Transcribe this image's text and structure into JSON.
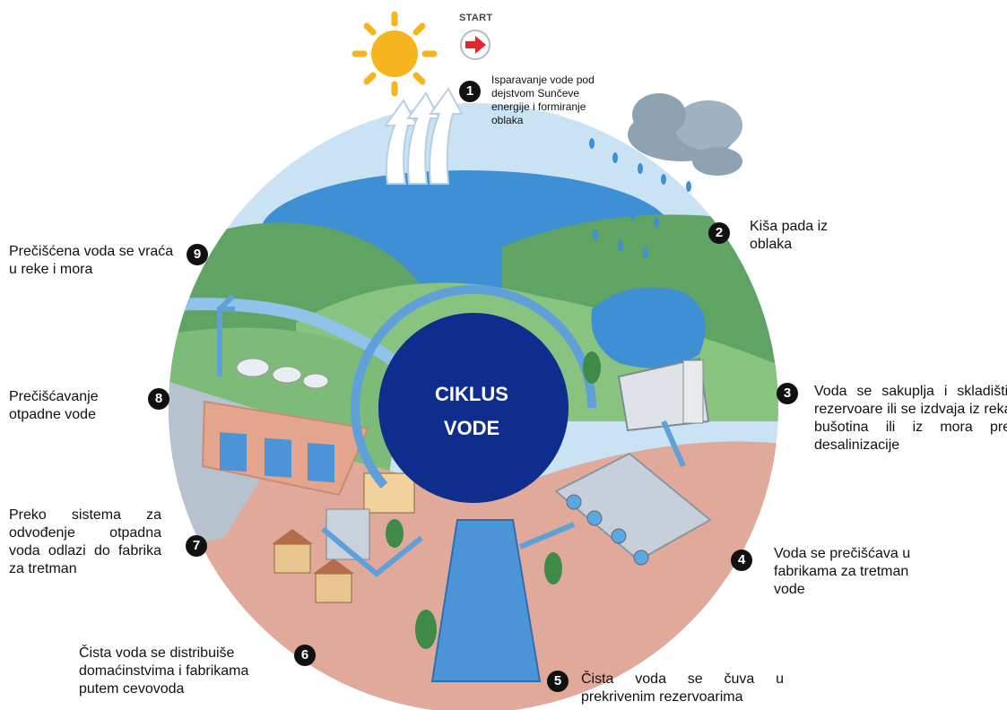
{
  "start": {
    "label": "START"
  },
  "center": {
    "line1": "CIKLUS",
    "line2": "VODE"
  },
  "steps": [
    {
      "num": "1",
      "text": "Isparavanje vode pod dejstvom Sunčeve energije i formiranje oblaka"
    },
    {
      "num": "2",
      "text": "Kiša pada iz oblaka"
    },
    {
      "num": "3",
      "text": "Voda se sakuplja i skladišti u rezervoare ili se izdvaja iz reka ili bušotina ili iz mora preko desalinizacije"
    },
    {
      "num": "4",
      "text": "Voda se prečišćava u fabrikama za tretman vode"
    },
    {
      "num": "5",
      "text": "Čista voda se čuva u prekrivenim rezervoarima"
    },
    {
      "num": "6",
      "text": "Čista voda se distribuiše domaćinstvima i fabrikama putem cevovoda"
    },
    {
      "num": "7",
      "text": "Preko sistema za odvođenje otpadna voda odlazi do fabrika za tretman"
    },
    {
      "num": "8",
      "text": "Prečišćavanje otpadne vode"
    },
    {
      "num": "9",
      "text": "Prečišćena voda se vraća u reke i mora"
    }
  ],
  "colors": {
    "sky": "#c9e2f4",
    "lake": "#3f8fd4",
    "hill_dark": "#5fa464",
    "hill_light": "#88c47f",
    "ground": "#e0a99a",
    "pipe": "#5fa0d8",
    "center_circle": "#0e2d8c",
    "sun": "#f6b51d",
    "start_arrow": "#e0282e",
    "cloud": "#8da2b3"
  }
}
